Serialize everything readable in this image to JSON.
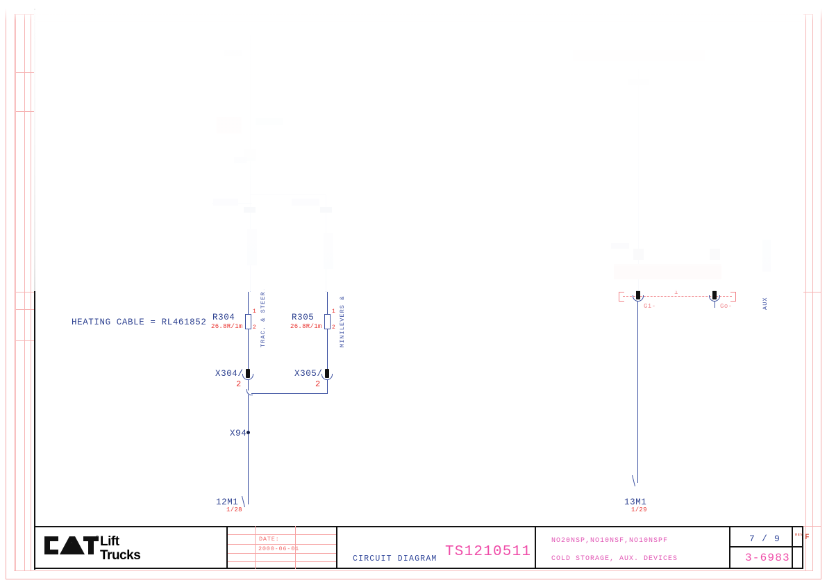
{
  "sheet": {
    "note_heating_cable": "HEATING CABLE = RL461852"
  },
  "schematic": {
    "left_branch": {
      "resistor_1": {
        "designator": "R304",
        "rating": "26.8R/1m",
        "pin_top": "1",
        "pin_bottom": "2",
        "vertical_label": "TRAC. & STEER.",
        "connector": "X304/",
        "connector_pin": "2"
      },
      "resistor_2": {
        "designator": "R305",
        "rating": "26.8R/1m",
        "pin_top": "1",
        "pin_bottom": "2",
        "vertical_label": "MINILEVERS & ",
        "connector": "X305/",
        "connector_pin": "2"
      },
      "junction": "X94",
      "sheet_ref": "12M1",
      "sheet_ref_sub": "1/28"
    },
    "right_branch": {
      "ground_in": "Gi-",
      "ground_out": "Go-",
      "bracket_label": "1",
      "vertical_label": "AUX",
      "sheet_ref": "13M1",
      "sheet_ref_sub": "1/29"
    }
  },
  "title_block": {
    "logo_brand": "CAT",
    "logo_line1": "Lift",
    "logo_line2": "Trucks",
    "date_label": "DATE:",
    "date_value": "2000-06-01",
    "drawing_type": "CIRCUIT DIAGRAM",
    "drawing_number": "TS1210511",
    "models": "NO20NSP,NO10NSF,NO10NSPF",
    "description": "COLD STORAGE, AUX. DEVICES",
    "sheet_number": "7 / 9",
    "rev_label": "REV",
    "rev_value": "F",
    "doc_number": "3-6983"
  },
  "colors": {
    "wire": "#3a4fa0",
    "label_blue": "#2b3f8f",
    "label_red": "#e8322e",
    "frame_pink": "#f4a6a6",
    "title_magenta": "#ef4ca8"
  }
}
